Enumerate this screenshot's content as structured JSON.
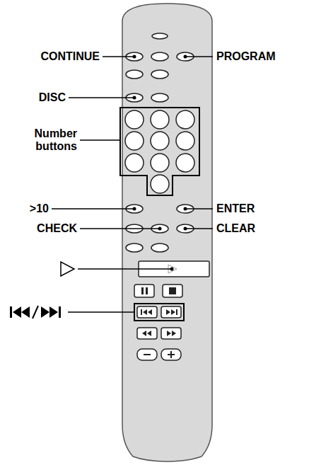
{
  "diagram": {
    "labels": [
      "CONTINUE",
      "PROGRAM",
      "DISC",
      "Number buttons",
      ">10",
      "ENTER",
      "CHECK",
      "CLEAR"
    ]
  }
}
